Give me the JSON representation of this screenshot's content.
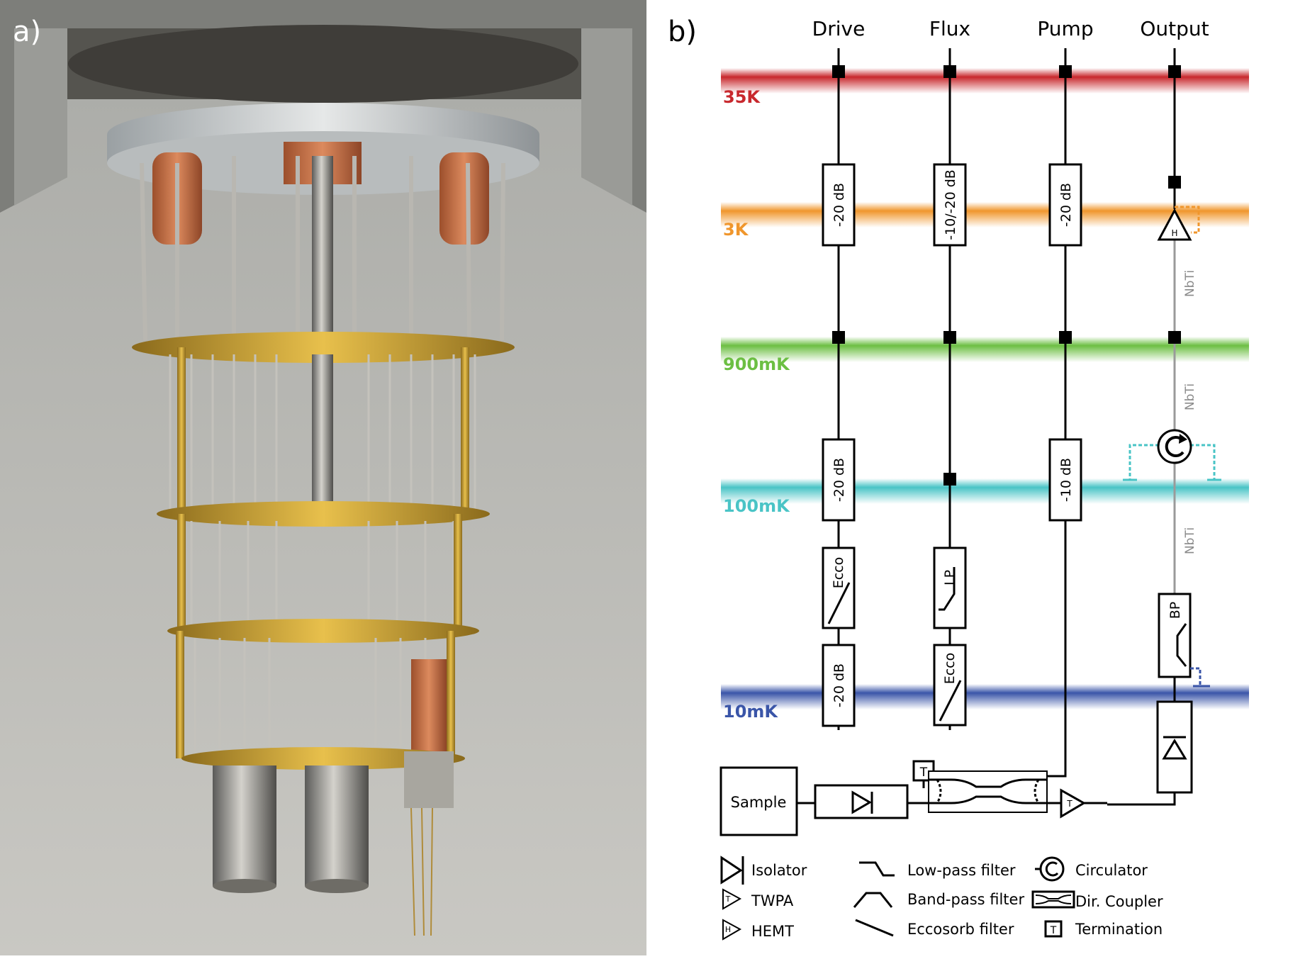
{
  "panel_a": {
    "label": "a)"
  },
  "panel_b": {
    "label": "b)",
    "columns": [
      "Drive",
      "Flux",
      "Pump",
      "Output"
    ],
    "stages": [
      {
        "name": "35K",
        "color": "#c8282d"
      },
      {
        "name": "3K",
        "color": "#f0962c"
      },
      {
        "name": "900mK",
        "color": "#6cbf43"
      },
      {
        "name": "100mK",
        "color": "#49c4c6"
      },
      {
        "name": "10mK",
        "color": "#3a55a8"
      }
    ],
    "attenuators": {
      "drive_3k": "-20 dB",
      "flux_3k": "-10/-20 dB",
      "pump_3k": "-20 dB",
      "drive_100mk": "-20 dB",
      "pump_100mk": "-10 dB",
      "drive_10mk": "-20 dB"
    },
    "filters": {
      "drive_ecco": "Ecco",
      "flux_lp": "LP",
      "flux_ecco": "Ecco",
      "output_bp": "BP"
    },
    "nbti": [
      "NbTi",
      "NbTi",
      "NbTi"
    ],
    "sample": "Sample",
    "termination_mark": "T",
    "hemt_mark": "H",
    "twpa_mark": "T",
    "legend": {
      "isolator": "Isolator",
      "twpa": "TWPA",
      "hemt": "HEMT",
      "lowpass": "Low-pass filter",
      "bandpass": "Band-pass filter",
      "eccosorb": "Eccosorb filter",
      "circulator": "Circulator",
      "coupler": "Dir. Coupler",
      "termination": "Termination"
    }
  }
}
